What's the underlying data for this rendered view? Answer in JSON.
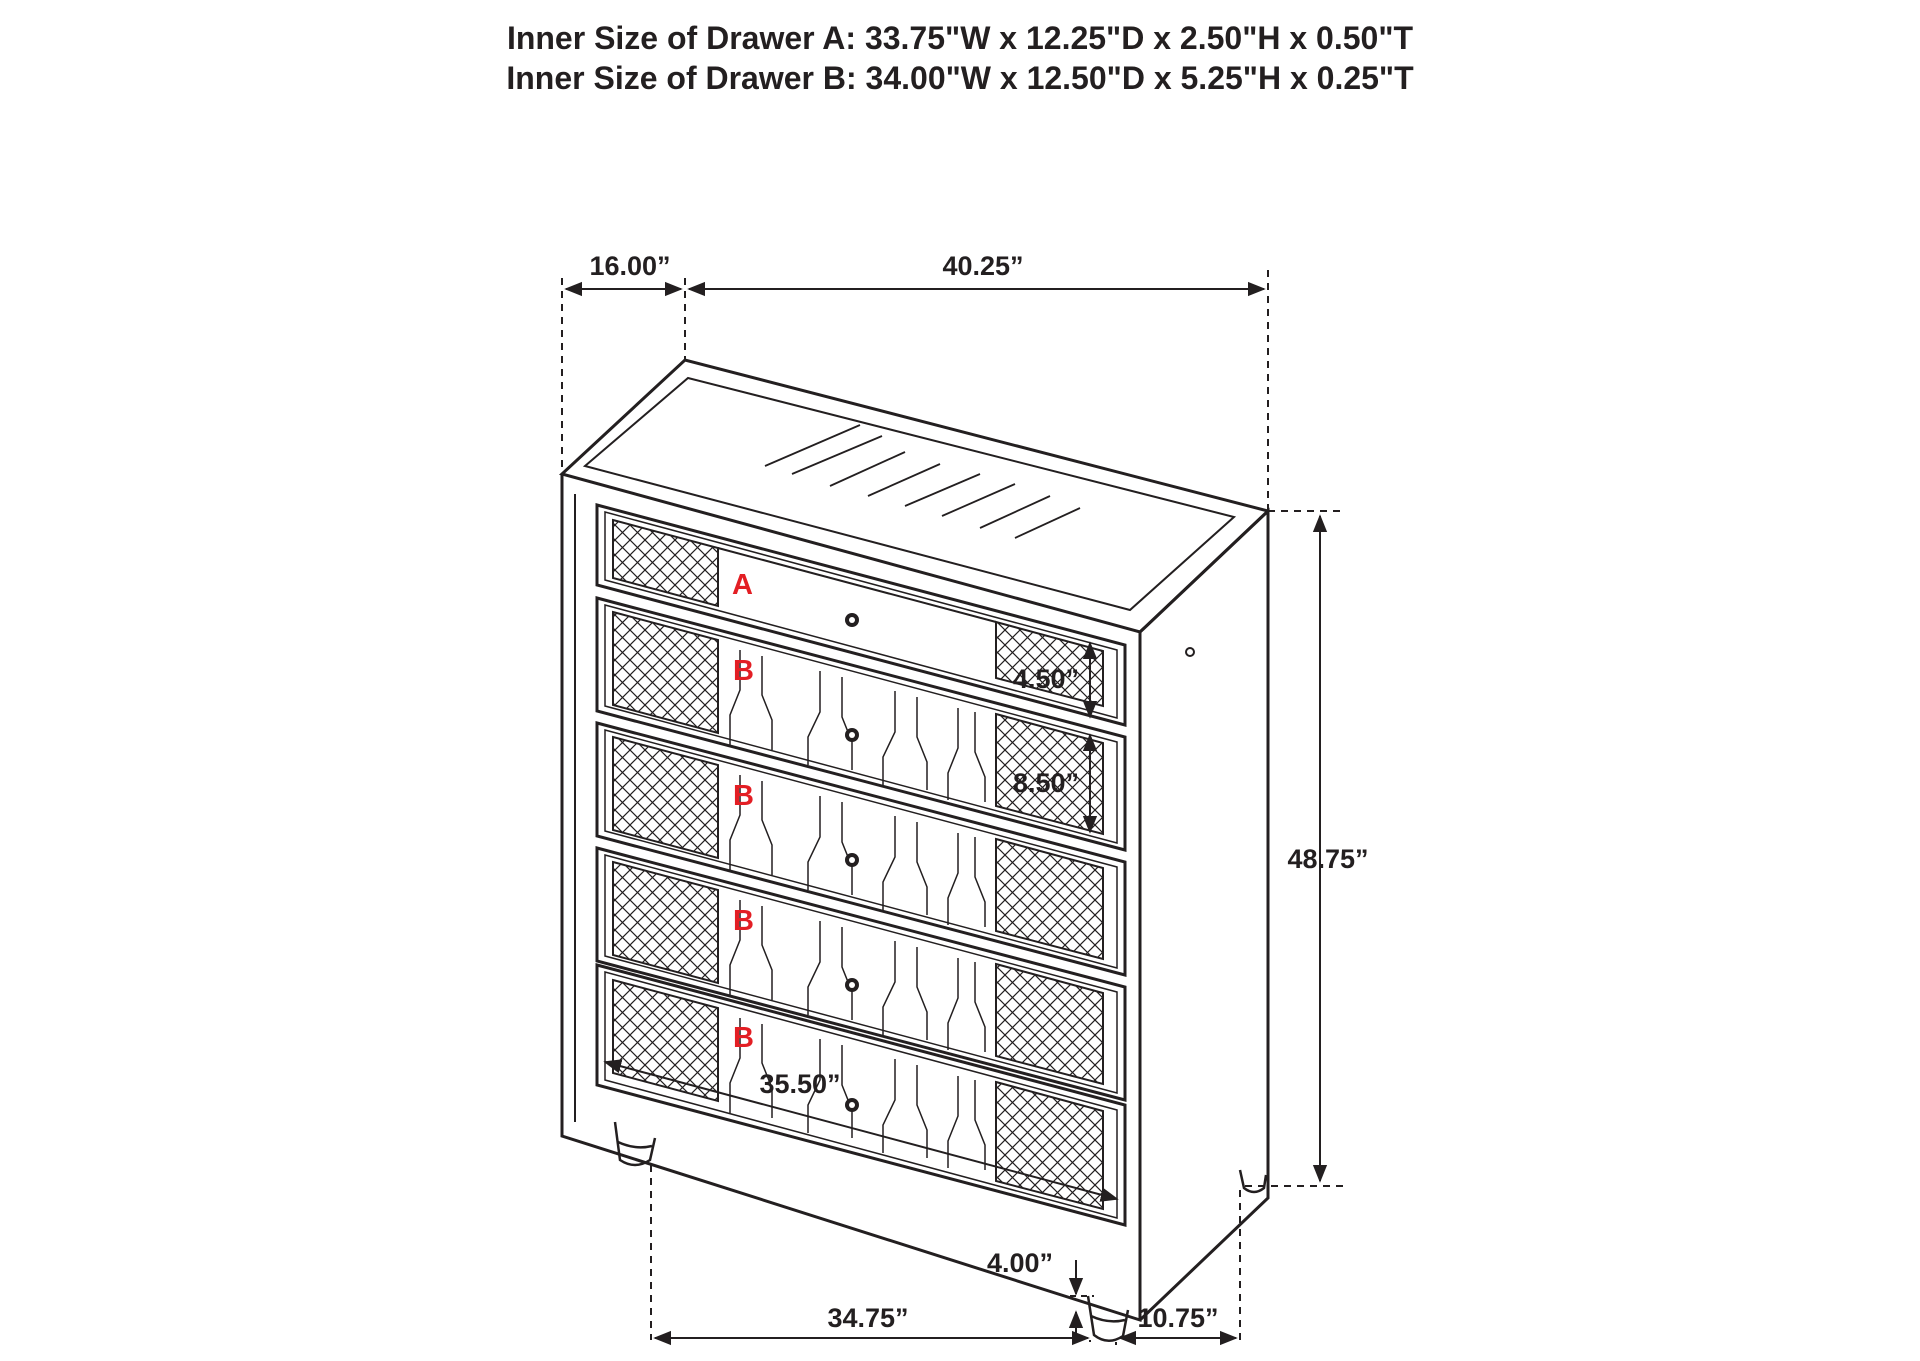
{
  "header": {
    "line_a": "Inner Size of Drawer A: 33.75\"W x 12.25\"D x 2.50\"H x 0.50\"T",
    "line_b": "Inner Size of Drawer B: 34.00\"W x 12.50\"D x 5.25\"H x 0.25\"T"
  },
  "dimensions": {
    "depth_top": "16.00”",
    "width_top": "40.25”",
    "height_total": "48.75”",
    "drawer_a_height": "4.50”",
    "drawer_b_height": "8.50”",
    "drawer_front_width": "35.50”",
    "leg_height": "4.00”",
    "bottom_width": "34.75”",
    "bottom_depth": "10.75”"
  },
  "drawer_labels": {
    "a": "A",
    "b1": "B",
    "b2": "B",
    "b3": "B",
    "b4": "B"
  },
  "colors": {
    "line": "#231f20",
    "label_red": "#e31e24"
  }
}
